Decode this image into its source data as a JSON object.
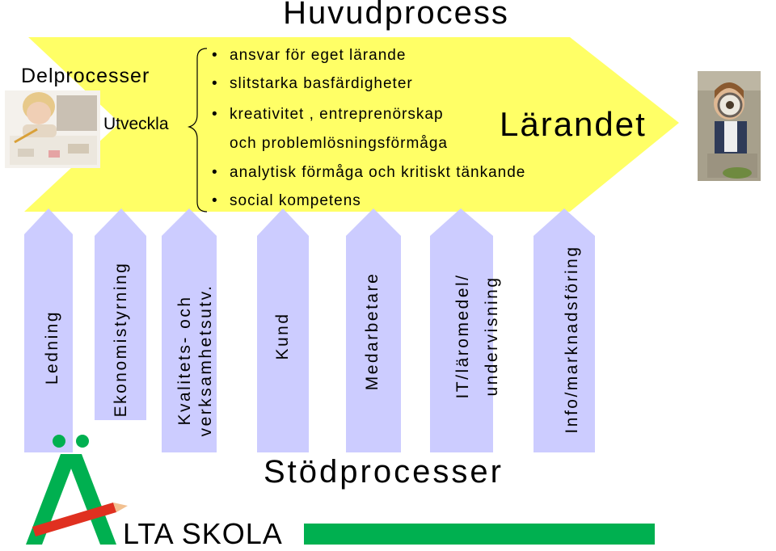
{
  "title": "Huvudprocess",
  "left_heading": "Delprocesser",
  "sub_label": "Utveckla",
  "arrow_label": "Lärandet",
  "bullets": [
    {
      "text": "ansvar för eget lärande",
      "bullet": true
    },
    {
      "text": "slitstarka basfärdigheter",
      "bullet": true
    },
    {
      "text": "kreativitet , entreprenörskap",
      "bullet": true
    },
    {
      "text": "och problemlösningsförmåga",
      "bullet": false
    },
    {
      "text": "analytisk förmåga och kritiskt tänkande",
      "bullet": true
    },
    {
      "text": "social kompetens",
      "bullet": true
    }
  ],
  "support_processes": [
    {
      "label": "Ledning"
    },
    {
      "label": "Ekonomistyrning"
    },
    {
      "label": "Kvalitets- och",
      "label2": "verksamhetsutv."
    },
    {
      "label": "Kund"
    },
    {
      "label": "Medarbetare"
    },
    {
      "label": "IT/läromedel/",
      "label2": "undervisning"
    },
    {
      "label": "Info/marknadsföring"
    }
  ],
  "support_title": "Stödprocesser",
  "logo_text": "LTA SKOLA",
  "colors": {
    "main_arrow": "#ffff66",
    "support_arrow": "#ccccff",
    "logo_green": "#00b050",
    "pencil_red": "#e03020"
  },
  "icons": {
    "left_photo": "child-writing-image",
    "right_photo": "child-magnifier-image",
    "logo": "alta-skola-logo"
  }
}
